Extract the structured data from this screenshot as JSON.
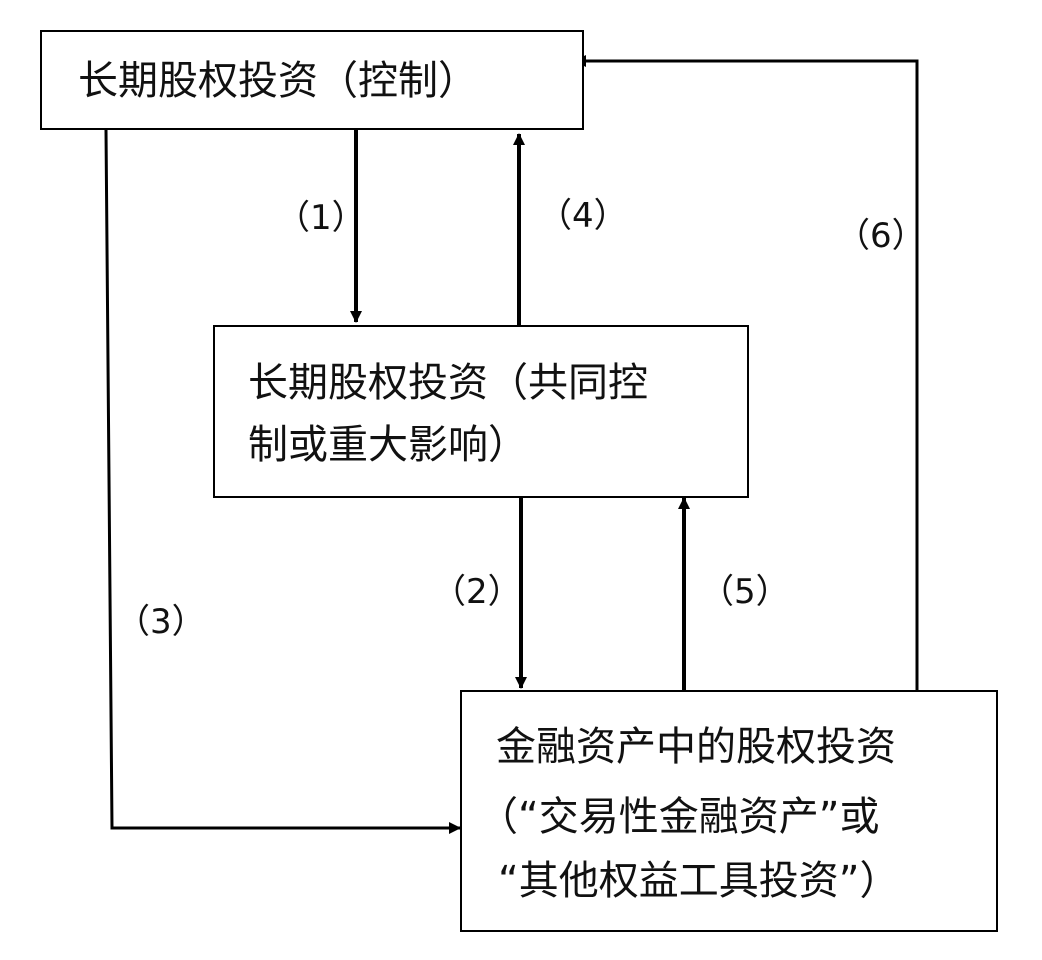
{
  "nodes": {
    "control": {
      "text": "长期股权投资（控制）"
    },
    "joint": {
      "line1": "长期股权投资（共同控",
      "line2": "制或重大影响）"
    },
    "financial": {
      "line1": "金融资产中的股权投资",
      "line2": "（“交易性金融资产”或",
      "line3": "“其他权益工具投资”）"
    }
  },
  "edges": [
    {
      "id": "1",
      "label": "（1）",
      "from": "control",
      "to": "joint"
    },
    {
      "id": "2",
      "label": "（2）",
      "from": "joint",
      "to": "financial"
    },
    {
      "id": "3",
      "label": "（3）",
      "from": "control",
      "to": "financial"
    },
    {
      "id": "4",
      "label": "（4）",
      "from": "joint",
      "to": "control"
    },
    {
      "id": "5",
      "label": "（5）",
      "from": "financial",
      "to": "joint"
    },
    {
      "id": "6",
      "label": "（6）",
      "from": "financial",
      "to": "control"
    }
  ]
}
